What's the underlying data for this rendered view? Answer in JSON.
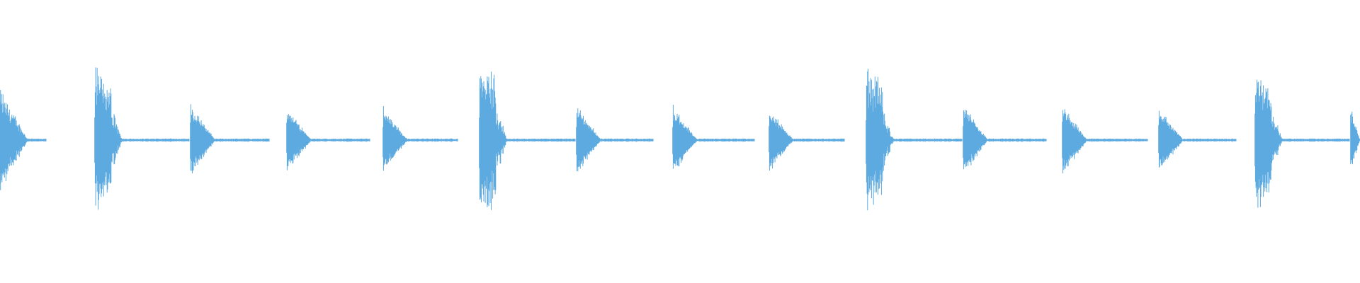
{
  "waveform": {
    "color": "#5DAAE0",
    "background": "#ffffff",
    "baseline_level": 0.008,
    "events": [
      {
        "kind": "tail",
        "peak": 0.4,
        "decay": "fast"
      },
      {
        "kind": "strong",
        "peak": 0.55,
        "decay": "slow"
      },
      {
        "kind": "soft",
        "peak": 0.28,
        "decay": "fast"
      },
      {
        "kind": "soft",
        "peak": 0.26,
        "decay": "fast"
      },
      {
        "kind": "soft",
        "peak": 0.25,
        "decay": "fast"
      },
      {
        "kind": "strong",
        "peak": 0.64,
        "decay": "slow"
      },
      {
        "kind": "soft",
        "peak": 0.27,
        "decay": "fast"
      },
      {
        "kind": "soft",
        "peak": 0.26,
        "decay": "fast"
      },
      {
        "kind": "soft",
        "peak": 0.24,
        "decay": "fast"
      },
      {
        "kind": "strong",
        "peak": 0.56,
        "decay": "slow"
      },
      {
        "kind": "soft",
        "peak": 0.27,
        "decay": "fast"
      },
      {
        "kind": "soft",
        "peak": 0.27,
        "decay": "fast"
      },
      {
        "kind": "soft",
        "peak": 0.25,
        "decay": "fast"
      },
      {
        "kind": "strong",
        "peak": 0.56,
        "decay": "slow"
      },
      {
        "kind": "cut",
        "peak": 0.26,
        "decay": "fast"
      }
    ]
  }
}
